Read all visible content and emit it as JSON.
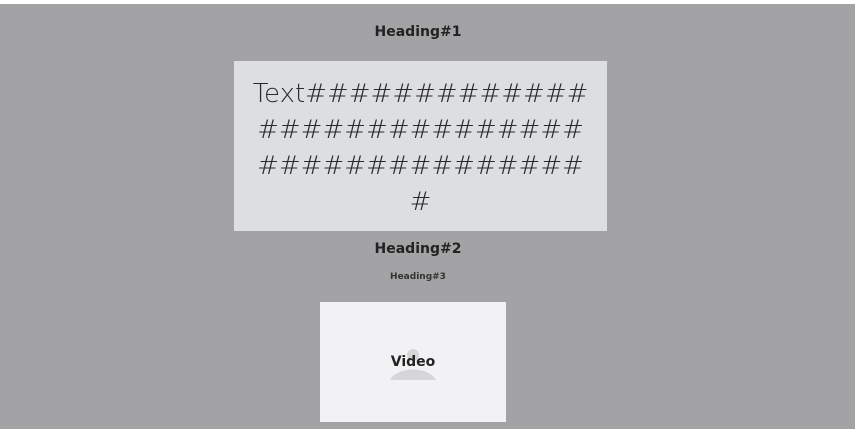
{
  "headings": {
    "heading1": "Heading#1",
    "heading2": "Heading#2",
    "heading3": "Heading#3"
  },
  "text_block": {
    "content": "Text############################################"
  },
  "video": {
    "label": "Video",
    "icon": "video-placeholder-icon"
  },
  "colors": {
    "panel_background": "#a3a3a5",
    "text_block_background": "#dcdee2",
    "video_background": "#f2f2f4"
  }
}
